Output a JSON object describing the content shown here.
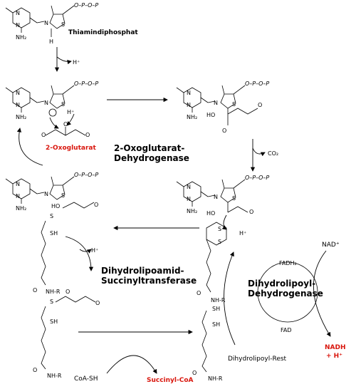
{
  "labels": {
    "thiamine": "Thiamindiphosphat",
    "oxoglutarate": "2-Oxoglutarat",
    "enzyme1_line1": "2-Oxoglutarat-",
    "enzyme1_line2": "Dehydrogenase",
    "enzyme2_line1": "Dihydrolipoamid-",
    "enzyme2_line2": "Succinyltransferase",
    "enzyme3_line1": "Dihydrolipoyl-",
    "enzyme3_line2": "Dehydrogenase",
    "succinylcoa": "Succinyl-CoA",
    "coash": "CoA-SH",
    "dihydrolipoyl_rest": "Dihydrolipoyl-Rest",
    "nadh_line1": "NADH",
    "nadh_line2": "+ H⁺",
    "nad": "NAD⁺",
    "fadh2": "FADH₂",
    "fad": "FAD",
    "co2": "CO₂",
    "hplus": "H⁺",
    "nh2": "NH₂",
    "nhr": "NH-R",
    "sh": "SH",
    "oppp": "O–P–O–P",
    "h": "H",
    "ho": "HO",
    "o": "O",
    "s": "S",
    "n": "N"
  },
  "colors": {
    "highlight": "#d9160d",
    "ink": "#000000"
  }
}
